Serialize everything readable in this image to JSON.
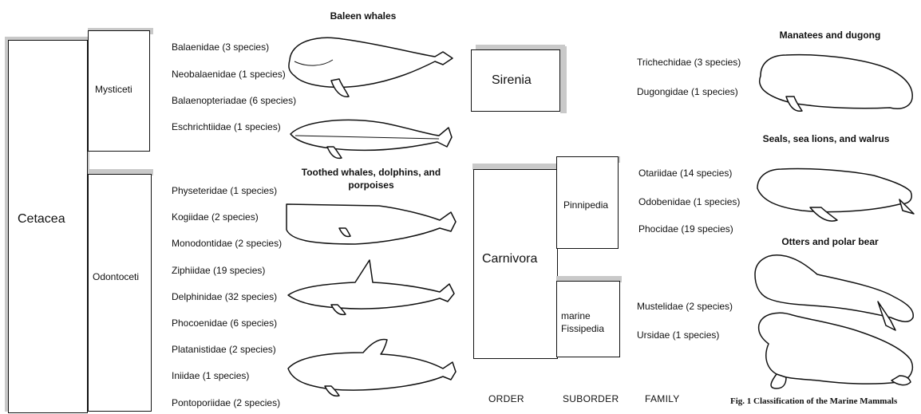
{
  "cetacea": {
    "order": "Cetacea",
    "mysticeti": {
      "suborder": "Mysticeti",
      "heading": "Baleen whales",
      "families": [
        "Balaenidae (3 species)",
        "Neobalaenidae (1 species)",
        "Balaenopteriadae (6 species)",
        "Eschrichtiidae (1 species)"
      ]
    },
    "odontoceti": {
      "suborder": "Odontoceti",
      "heading": "Toothed whales, dolphins, and porpoises",
      "families": [
        "Physeteridae (1 species)",
        "Kogiidae (2 species)",
        "Monodontidae (2 species)",
        "Ziphiidae (19 species)",
        "Delphinidae (32 species)",
        "Phocoenidae (6 species)",
        "Platanistidae (2 species)",
        "Iniidae (1 species)",
        "Pontoporiidae (2 species)"
      ]
    }
  },
  "sirenia": {
    "order": "Sirenia",
    "heading": "Manatees and dugong",
    "families": [
      "Trichechidae (3 species)",
      "Dugongidae (1 species)"
    ]
  },
  "carnivora": {
    "order": "Carnivora",
    "pinnipedia": {
      "suborder": "Pinnipedia",
      "heading": "Seals, sea lions, and walrus",
      "families": [
        "Otariidae (14 species)",
        "Odobenidae (1 species)",
        "Phocidae (19 species)"
      ]
    },
    "fissipedia": {
      "suborder_line1": "marine",
      "suborder_line2": "Fissipedia",
      "heading": "Otters and polar bear",
      "families": [
        "Mustelidae (2 species)",
        "Ursidae (1 species)"
      ]
    }
  },
  "axis_labels": {
    "order": "ORDER",
    "suborder": "SUBORDER",
    "family": "FAMILY"
  },
  "caption": "Fig. 1 Classification of the Marine Mammals"
}
